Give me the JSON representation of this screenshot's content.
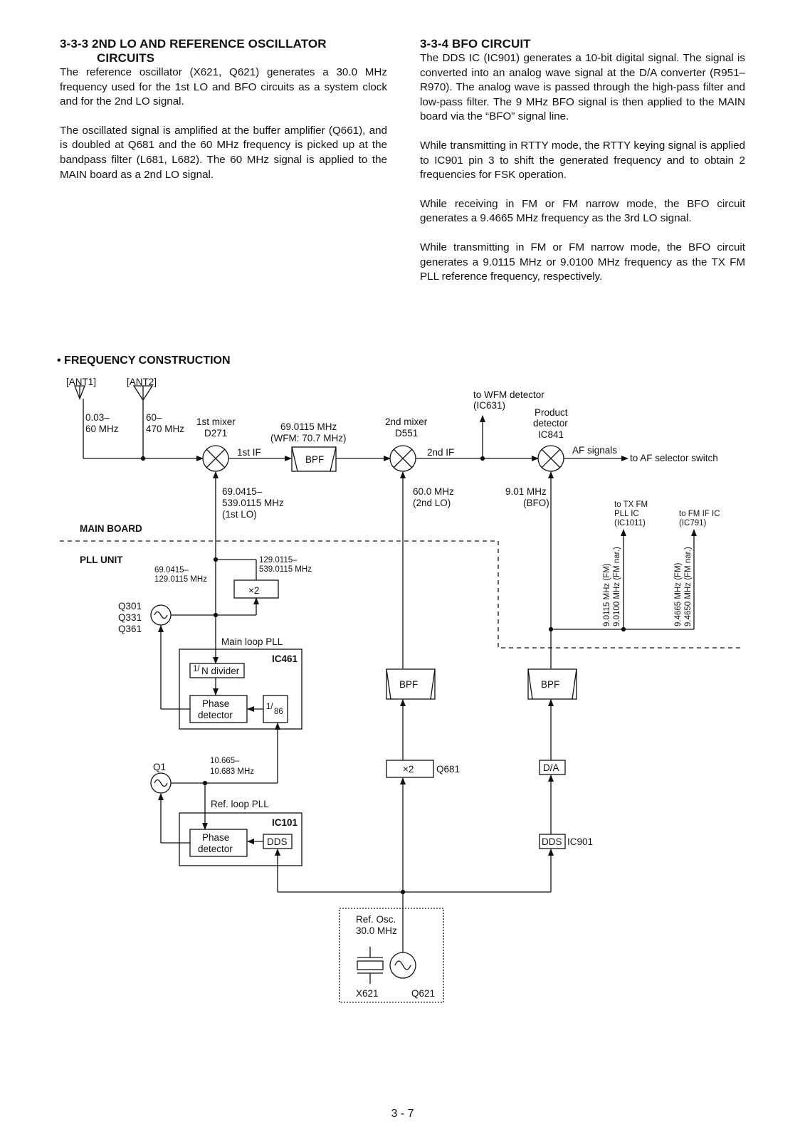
{
  "section_333": {
    "title_line1": "3-3-3 2ND LO AND REFERENCE OSCILLATOR",
    "title_line2": "CIRCUITS",
    "para1": "The reference oscillator (X621, Q621) generates a 30.0 MHz frequency used for the 1st LO and BFO circuits as a system clock and for the 2nd LO signal.",
    "para2": "The oscillated signal is amplified at the buffer amplifier (Q661), and is doubled at Q681 and the 60 MHz frequency is picked up at the bandpass filter (L681, L682). The 60 MHz signal is applied to the MAIN board as a 2nd LO signal."
  },
  "section_334": {
    "title": "3-3-4 BFO CIRCUIT",
    "para1": "The DDS IC (IC901) generates a 10-bit digital signal. The signal is converted into an analog wave signal at the D/A converter (R951–R970). The analog wave is passed through the high-pass filter and low-pass filter. The 9 MHz BFO signal is then applied to the MAIN board via the “BFO” signal line.",
    "para2": "While transmitting in RTTY mode, the RTTY keying signal is applied to IC901 pin 3 to shift the generated frequency and to obtain 2 frequencies for FSK operation.",
    "para3": "While receiving in FM or FM narrow mode, the BFO circuit generates a 9.4665 MHz frequency as the 3rd LO signal.",
    "para4": "While transmitting in FM or FM narrow mode, the BFO circuit generates a 9.0115 MHz or 9.0100 MHz frequency as the TX FM PLL reference frequency, respectively."
  },
  "diagram": {
    "title": "• FREQUENCY CONSTRUCTION",
    "ant1": "[ANT1]",
    "ant2": "[ANT2]",
    "ant1_range": [
      "0.03–",
      "60 MHz"
    ],
    "ant2_range": [
      "60–",
      "470 MHz"
    ],
    "mixer1": [
      "1st mixer",
      "D271"
    ],
    "if1": "1st IF",
    "if1_freq": [
      "69.0115 MHz",
      "(WFM: 70.7 MHz)"
    ],
    "mixer2": [
      "2nd mixer",
      "D551"
    ],
    "if2": "2nd IF",
    "wfm_det": [
      "to WFM detector",
      "(IC631)"
    ],
    "product_det": [
      "Product",
      "detector",
      "IC841"
    ],
    "af_signals": "AF signals",
    "af_selector": "to AF selector switch",
    "lo1": [
      "69.0415–",
      "539.0115 MHz",
      "(1st LO)"
    ],
    "lo2": [
      "60.0 MHz",
      "(2nd LO)"
    ],
    "bfo_line": [
      "9.01 MHz",
      "(BFO)"
    ],
    "txfm": [
      "to TX FM",
      "PLL IC",
      "(IC1011)"
    ],
    "fmif": [
      "to FM IF IC",
      "(IC791)"
    ],
    "txfm_freqs": [
      "9.0115 MHz (FM)",
      "9.0100 MHz (FM nar.)"
    ],
    "fmif_freqs": [
      "9.4665 MHz (FM)",
      "9.4650 MHz (FM nar.)"
    ],
    "main_board": "MAIN BOARD",
    "pll_unit": "PLL UNIT",
    "vco_range_low": [
      "69.0415–",
      "129.0115 MHz"
    ],
    "vco_range_high": [
      "129.0115–",
      "539.0115 MHz"
    ],
    "doubler": "×2",
    "vco_names": [
      "Q301",
      "Q331",
      "Q361"
    ],
    "main_loop": "Main loop PLL",
    "ic461": "IC461",
    "n_divider": "N divider",
    "n_prefix": "1/",
    "phase_det": [
      "Phase",
      "detector"
    ],
    "div86": "86",
    "div86_prefix": "1/",
    "ref_range": [
      "10.665–",
      "10.683 MHz"
    ],
    "q1": "Q1",
    "ref_loop": "Ref. loop PLL",
    "ic101": "IC101",
    "dds": "DDS",
    "bpf": "BPF",
    "x2_q681": "Q681",
    "da": "D/A",
    "ic901": "IC901",
    "ref_osc": [
      "Ref. Osc.",
      "30.0 MHz"
    ],
    "x621": "X621",
    "q621": "Q621"
  },
  "page_number": "3 - 7"
}
